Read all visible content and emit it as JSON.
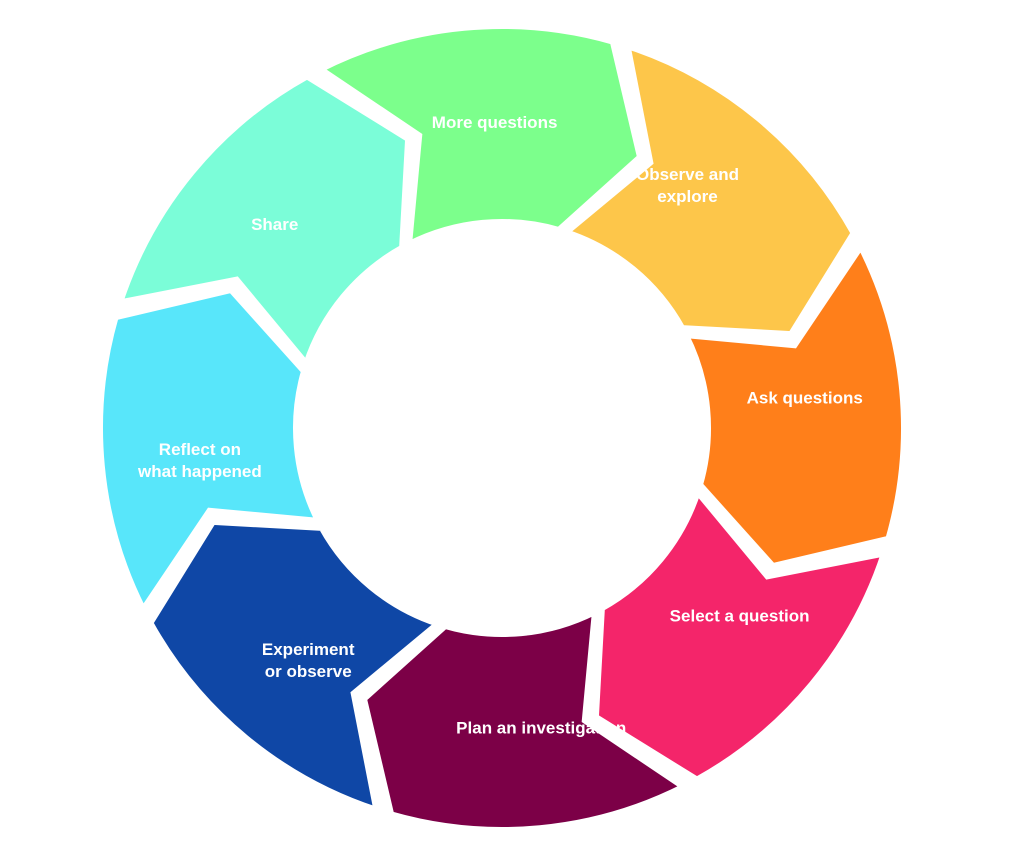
{
  "diagram": {
    "type": "cycle",
    "segments": [
      {
        "id": "observe-and-explore",
        "label_lines": [
          "Observe and",
          "explore"
        ],
        "color": "#FDC64A"
      },
      {
        "id": "ask-questions",
        "label_lines": [
          "Ask questions"
        ],
        "color": "#FF7F1A"
      },
      {
        "id": "select-a-question",
        "label_lines": [
          "Select a question"
        ],
        "color": "#F4256A"
      },
      {
        "id": "plan-an-investigation",
        "label_lines": [
          "Plan an investigation"
        ],
        "color": "#7C0047"
      },
      {
        "id": "experiment-or-observe",
        "label_lines": [
          "Experiment",
          "or observe"
        ],
        "color": "#0F47A6"
      },
      {
        "id": "reflect-on-what-happened",
        "label_lines": [
          "Reflect on",
          "what happened"
        ],
        "color": "#58E6FA"
      },
      {
        "id": "share",
        "label_lines": [
          "Share"
        ],
        "color": "#7BFDD8"
      },
      {
        "id": "more-questions",
        "label_lines": [
          "More questions"
        ],
        "color": "#7CFF8C"
      }
    ]
  }
}
